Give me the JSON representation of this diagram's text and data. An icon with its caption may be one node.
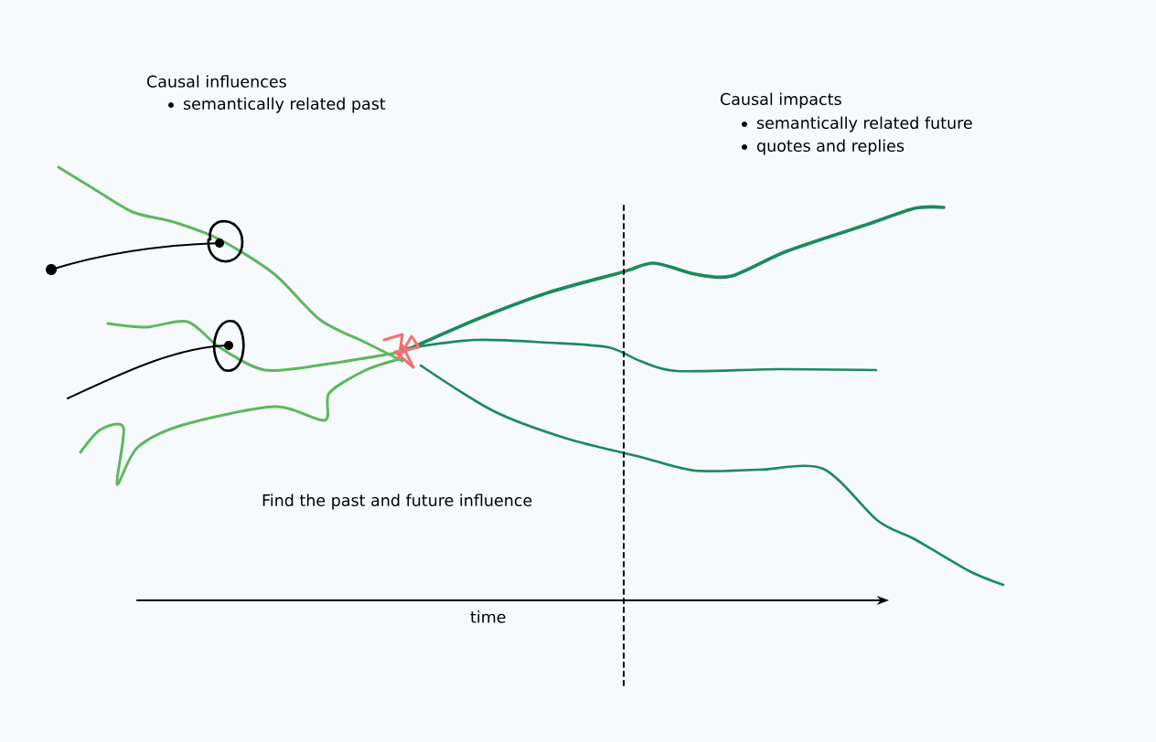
{
  "diagram": {
    "labels": [
      "Causal influences",
      "semantically related past",
      "Causal impacts",
      "semantically related future",
      "quotes and replies",
      "Find the past and future influence",
      "time"
    ]
  }
}
